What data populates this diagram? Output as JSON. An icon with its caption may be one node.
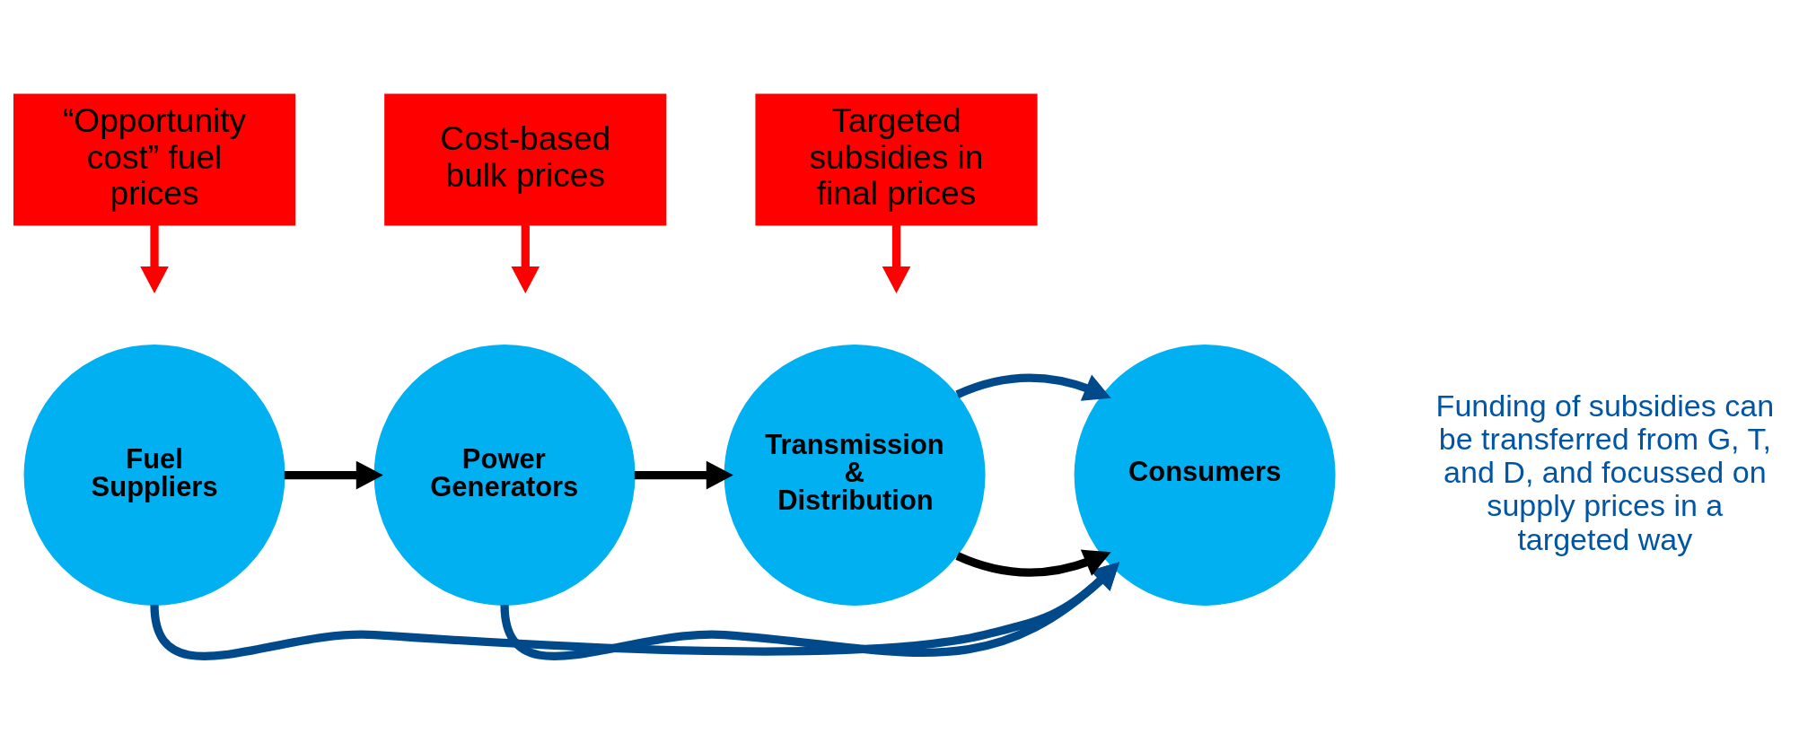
{
  "diagram": {
    "nodes": [
      {
        "text": [
          "Fuel Suppliers"
        ]
      },
      {
        "text": [
          "Power Generators"
        ]
      },
      {
        "text": [
          "Transmission & Distribution"
        ]
      },
      {
        "text": [
          "Consumers"
        ]
      },
      {
        "text": [
          "“Opportunity cost” fuel prices"
        ]
      },
      {
        "text": [
          "Cost-based bulk prices"
        ]
      },
      {
        "text": [
          "Targeted subsidies in final prices"
        ]
      }
    ],
    "edges": [
      {
        "from": 0,
        "to": 1,
        "arrow": "to",
        "color": "#000000"
      },
      {
        "from": 1,
        "to": 2,
        "arrow": "to",
        "color": "#000000"
      },
      {
        "from": 2,
        "to": 3,
        "arrow": "to",
        "color": "#000000"
      },
      {
        "from": 4,
        "to": null,
        "arrow": "to",
        "color": "#ff0000"
      },
      {
        "from": 5,
        "to": null,
        "arrow": "to",
        "color": "#ff0000"
      },
      {
        "from": 6,
        "to": null,
        "arrow": "to",
        "color": "#ff0000"
      },
      {
        "from": 0,
        "to": 3,
        "arrow": "to",
        "color": "#004a8c"
      },
      {
        "from": 1,
        "to": 3,
        "arrow": "to",
        "color": "#004a8c"
      },
      {
        "from": 2,
        "to": 3,
        "arrow": "to",
        "color": "#004a8c"
      }
    ],
    "labels": [
      "Funding of subsidies can be transferred from G, T, and D, and focussed on supply prices in a targeted way"
    ]
  }
}
